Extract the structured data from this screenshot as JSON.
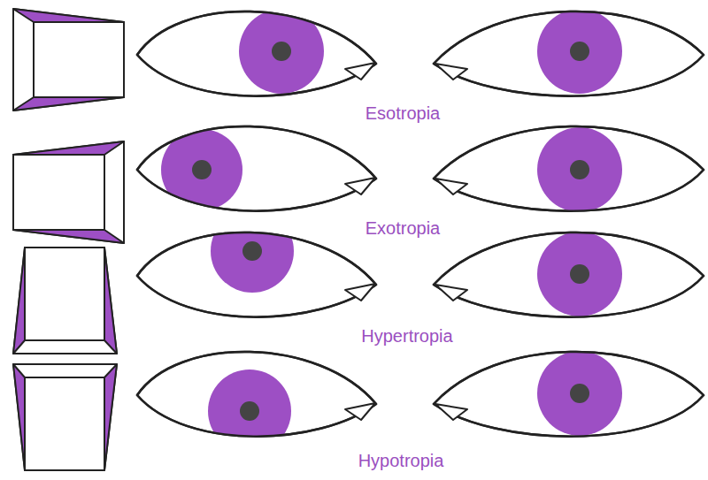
{
  "diagram": {
    "labels": [
      "Esotropia",
      "Exotropia",
      "Hypertropia",
      "Hypotropia"
    ]
  }
}
